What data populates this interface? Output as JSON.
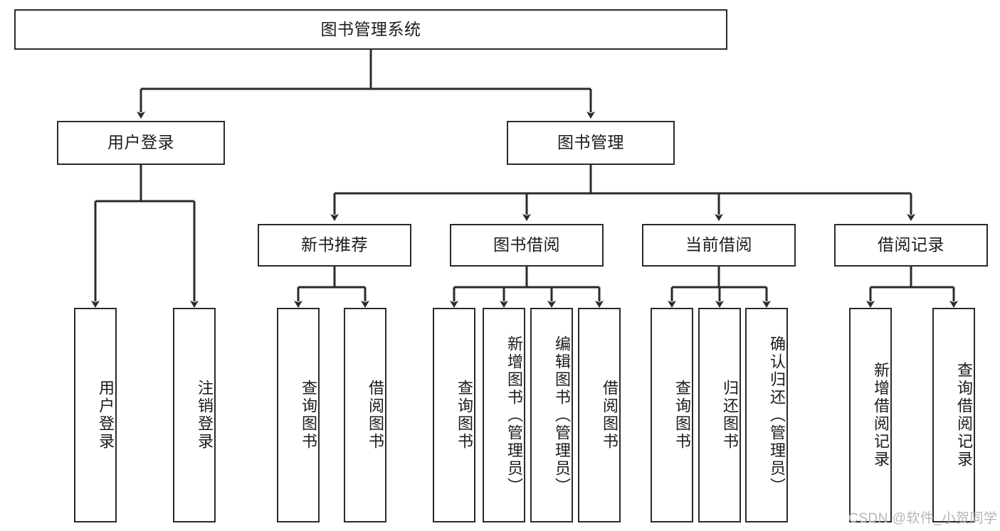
{
  "diagram": {
    "title": "图书管理系统",
    "type": "tree",
    "orientation": "top-down",
    "colors": {
      "box_stroke": "#2b2b2b",
      "box_fill": "#ffffff",
      "line": "#2b2b2b",
      "text": "#1b1b1b",
      "watermark": "#b6b6b6"
    },
    "nodes": {
      "root": {
        "label": "图书管理系统",
        "orientation": "horizontal"
      },
      "level2": [
        {
          "id": "user-login",
          "label": "用户登录",
          "orientation": "horizontal"
        },
        {
          "id": "book-manage",
          "label": "图书管理",
          "orientation": "horizontal"
        }
      ],
      "level3": [
        {
          "id": "new-book-recommend",
          "label": "新书推荐",
          "orientation": "horizontal"
        },
        {
          "id": "book-borrow",
          "label": "图书借阅",
          "orientation": "horizontal"
        },
        {
          "id": "current-borrow",
          "label": "当前借阅",
          "orientation": "horizontal"
        },
        {
          "id": "borrow-record",
          "label": "借阅记录",
          "orientation": "horizontal"
        }
      ],
      "leaves": [
        {
          "id": "leaf-user-login",
          "label": "用户登录",
          "parent": "user-login",
          "orientation": "vertical"
        },
        {
          "id": "leaf-logout-login",
          "label": "注销登录",
          "parent": "user-login",
          "orientation": "vertical"
        },
        {
          "id": "leaf-query-book-1",
          "label": "查询图书",
          "parent": "new-book-recommend",
          "orientation": "vertical"
        },
        {
          "id": "leaf-borrow-book-1",
          "label": "借阅图书",
          "parent": "new-book-recommend",
          "orientation": "vertical"
        },
        {
          "id": "leaf-query-book-2",
          "label": "查询图书",
          "parent": "book-borrow",
          "orientation": "vertical"
        },
        {
          "id": "leaf-add-book",
          "label": "新增图书（管理员）",
          "parent": "book-borrow",
          "orientation": "vertical"
        },
        {
          "id": "leaf-edit-book",
          "label": "编辑图书（管理员）",
          "parent": "book-borrow",
          "orientation": "vertical"
        },
        {
          "id": "leaf-borrow-book-2",
          "label": "借阅图书",
          "parent": "book-borrow",
          "orientation": "vertical"
        },
        {
          "id": "leaf-query-book-3",
          "label": "查询图书",
          "parent": "current-borrow",
          "orientation": "vertical"
        },
        {
          "id": "leaf-return-book",
          "label": "归还图书",
          "parent": "current-borrow",
          "orientation": "vertical"
        },
        {
          "id": "leaf-confirm-return",
          "label": "确认归还（管理员）",
          "parent": "current-borrow",
          "orientation": "vertical"
        },
        {
          "id": "leaf-add-record",
          "label": "新增借阅记录",
          "parent": "borrow-record",
          "orientation": "vertical"
        },
        {
          "id": "leaf-query-record",
          "label": "查询借阅记录",
          "parent": "borrow-record",
          "orientation": "vertical"
        }
      ]
    },
    "watermark": "CSDN @软件_小贺同学"
  }
}
